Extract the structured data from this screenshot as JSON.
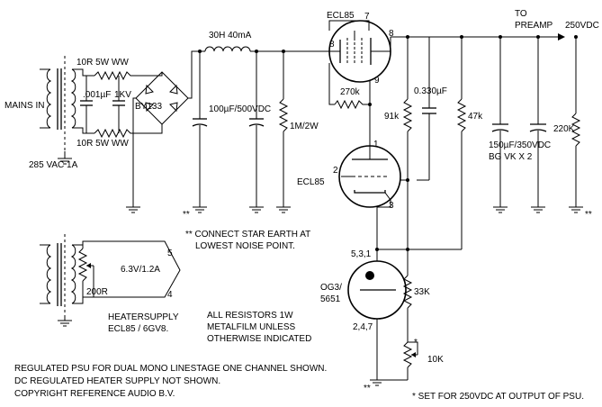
{
  "labels": {
    "mains_in": "MAINS IN",
    "res_top": "10R 5W WW",
    "res_bot": "10R 5W WW",
    "cap_left": ".001µF",
    "cap_right": "1KV",
    "rectifier": "BY133",
    "transformer_rating": "285 VAC 1A",
    "choke": "30H 40mA",
    "cap_filter": "100µF/500VDC",
    "bleeder": "1M/2W",
    "gnd_note_marker_1": "**",
    "star_earth_line1": "** CONNECT STAR EARTH AT",
    "star_earth_line2": "LOWEST NOISE POINT.",
    "tube_top": "ECL85",
    "pin7": "7",
    "pin8a": "8",
    "pin8b": "8",
    "pin9": "9",
    "r270k": "270k",
    "cap033": "0.330µF",
    "r91k": "91k",
    "r47k": "47k",
    "to_preamp_1": "TO",
    "to_preamp_2": "PREAMP",
    "v250": "250VDC",
    "r220k": "220K",
    "cap_out_1": "150µF/350VDC",
    "cap_out_2": "BG VK  X 2",
    "gnd_note_marker_2": "**",
    "pin1": "1",
    "pin2": "2",
    "pin3": "3",
    "tube_bottom": "ECL85",
    "ref_pins_top": "5,3,1",
    "ref_name_1": "OG3/",
    "ref_name_2": "5651",
    "ref_pins_bot": "2,4,7",
    "r33k": "33K",
    "pot_star": "*",
    "pot10k": "10K",
    "gnd_note_marker_3": "**",
    "heater_pin5": "5",
    "heater_pin4": "4",
    "heater_volt": "6.3V/1.2A",
    "heater_pot": "200R",
    "heater_supply_1": "HEATERSUPPLY",
    "heater_supply_2": "ECL85 / 6GV8.",
    "resist_note_1": "ALL RESISTORS 1W",
    "resist_note_2": "METALFILM UNLESS",
    "resist_note_3": "OTHERWISE INDICATED",
    "footer_1": "REGULATED PSU FOR DUAL MONO LINESTAGE ONE CHANNEL SHOWN.",
    "footer_2": "DC REGULATED HEATER SUPPLY NOT SHOWN.",
    "footer_3": "COPYRIGHT REFERENCE AUDIO B.V.",
    "footer_note": "* SET FOR 250VDC AT OUTPUT OF PSU."
  }
}
